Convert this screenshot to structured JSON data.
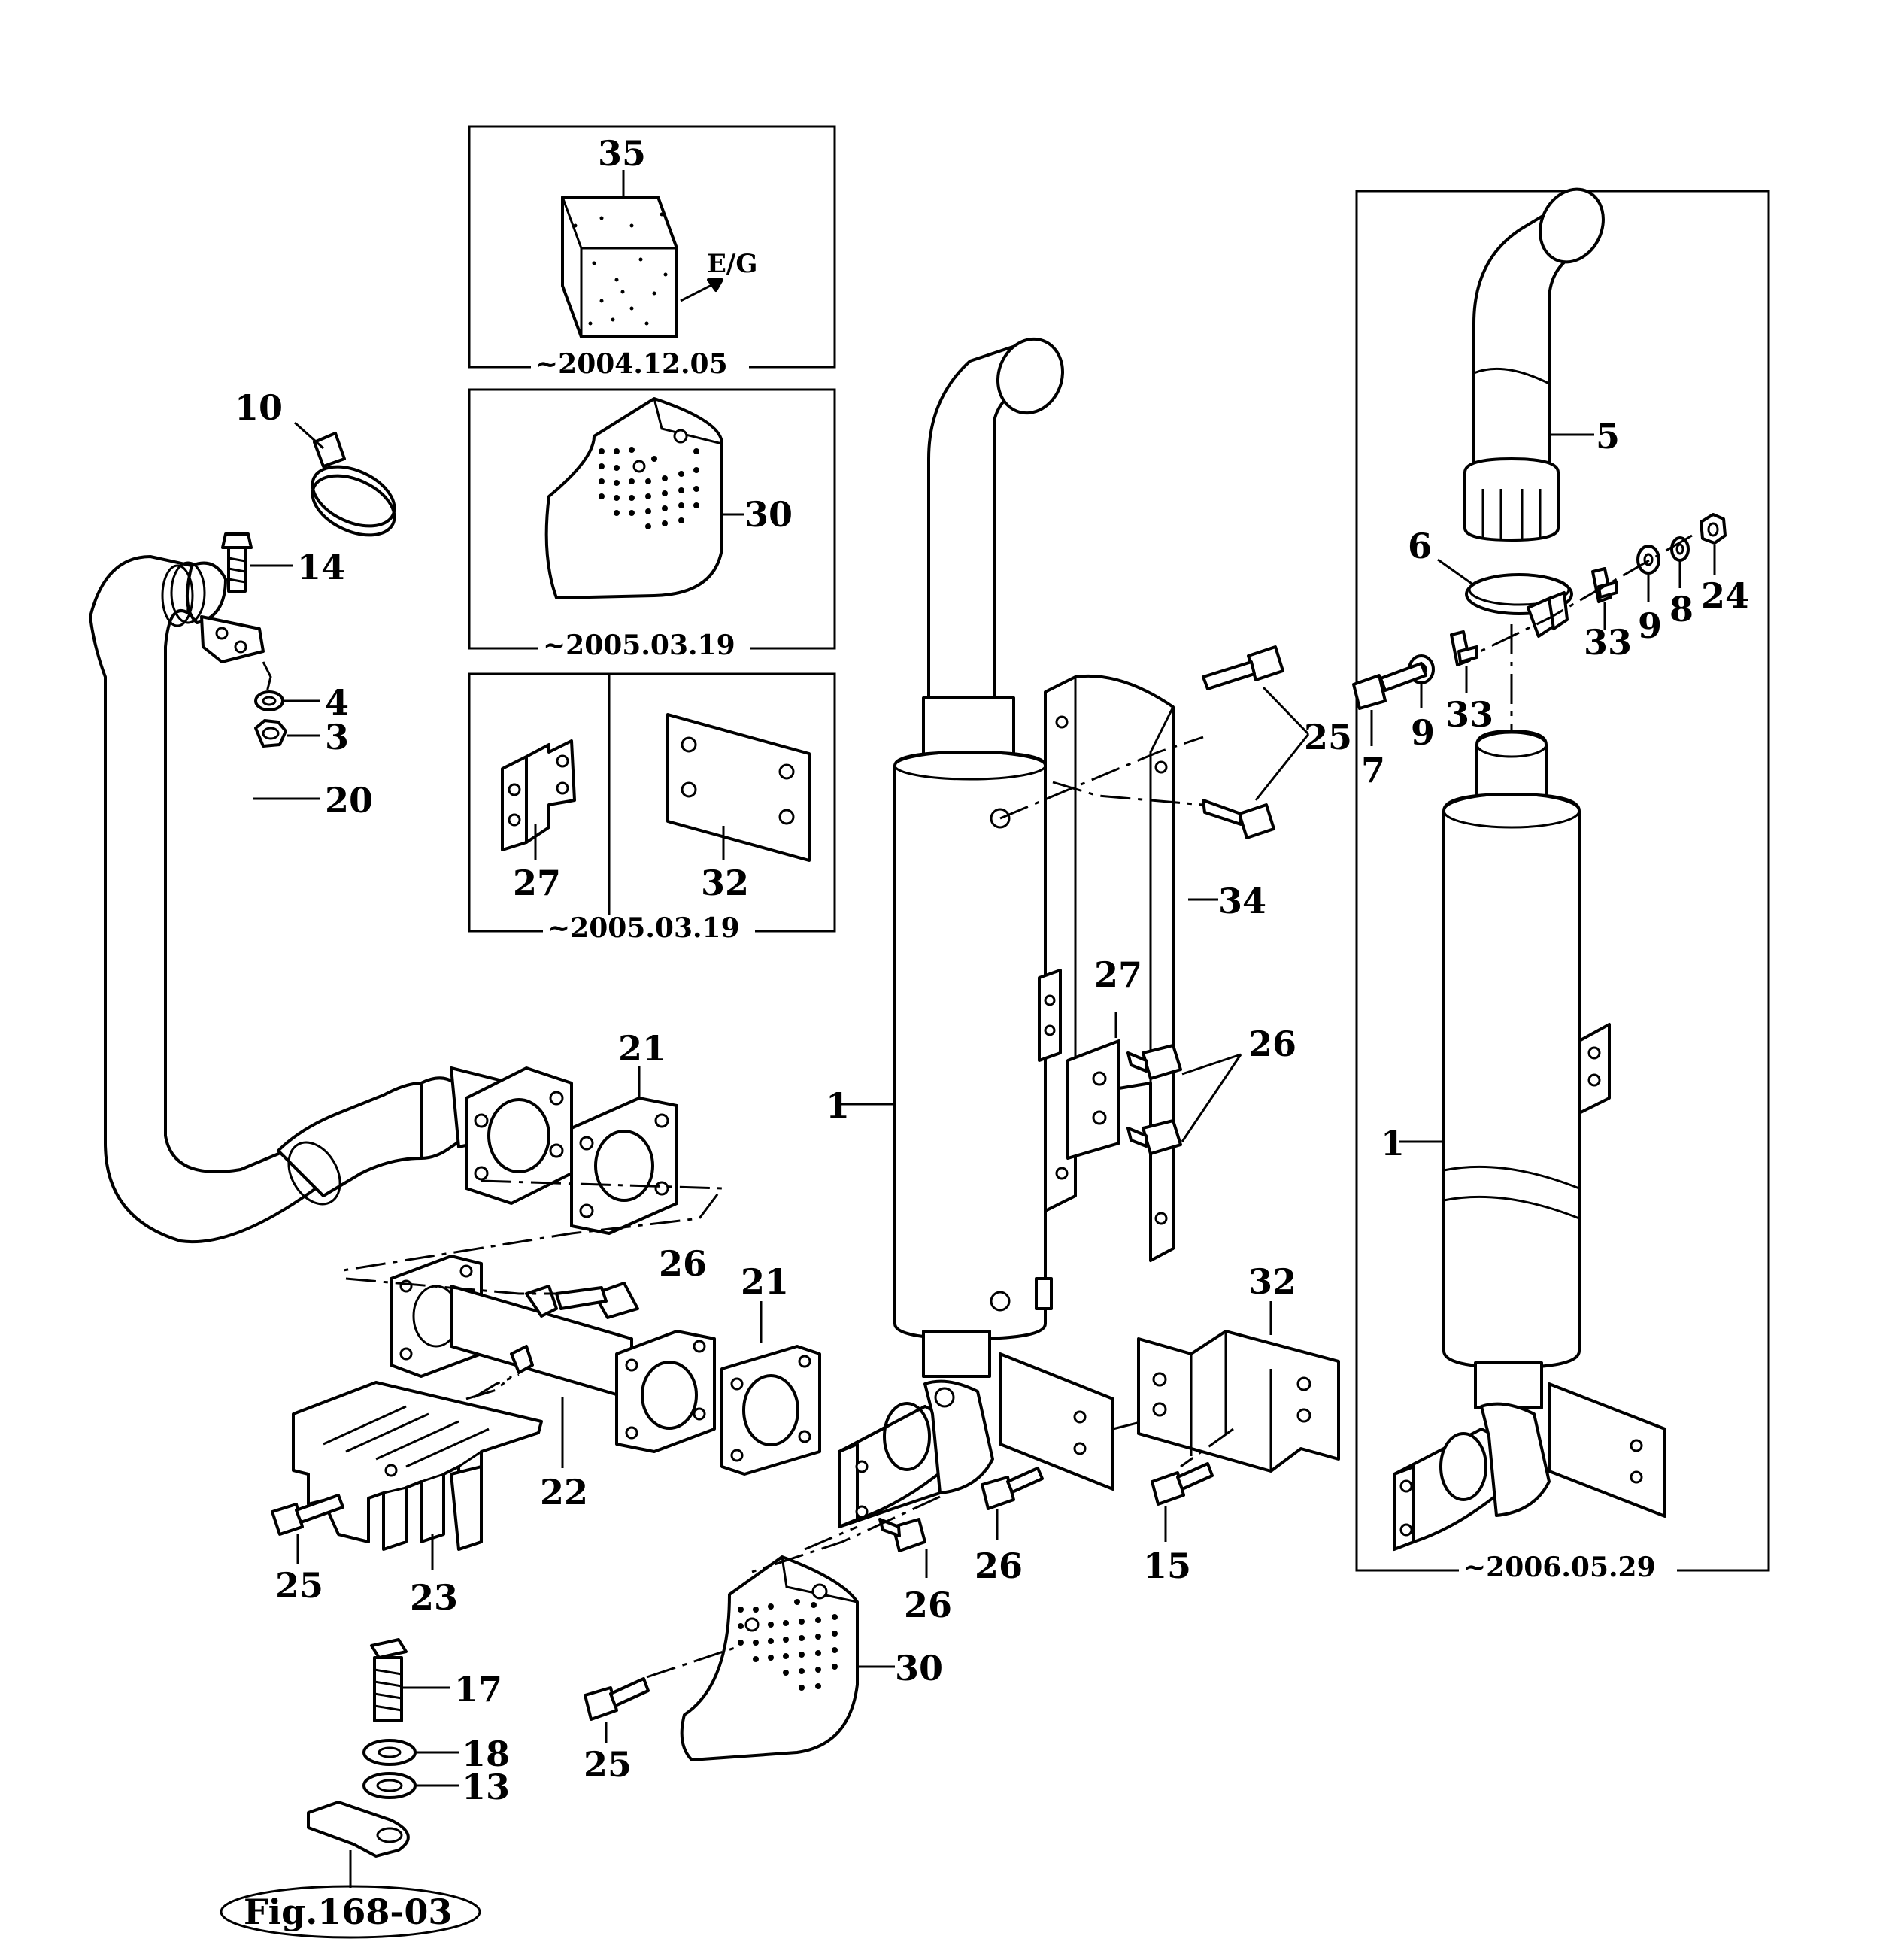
{
  "figure_ref": "Fig.168-03",
  "direction_label": "E/G",
  "variant_dates": {
    "pad_box": "~2004.12.05",
    "shield_box": "~2005.03.19",
    "bracket_box": "~2005.03.19",
    "muffler_box": "~2006.05.29"
  },
  "callouts": {
    "c1_main": "1",
    "c1_alt": "1",
    "c3": "3",
    "c4": "4",
    "c5": "5",
    "c6": "6",
    "c7": "7",
    "c8": "8",
    "c9_a": "9",
    "c9_b": "9",
    "c10": "10",
    "c13": "13",
    "c14": "14",
    "c15": "15",
    "c17": "17",
    "c18": "18",
    "c20": "20",
    "c21_a": "21",
    "c21_b": "21",
    "c22": "22",
    "c23": "23",
    "c24": "24",
    "c25_a": "25",
    "c25_b": "25",
    "c25_c": "25",
    "c26_a": "26",
    "c26_b": "26",
    "c26_c": "26",
    "c26_d": "26",
    "c27_a": "27",
    "c27_b": "27",
    "c30_a": "30",
    "c30_b": "30",
    "c32_a": "32",
    "c32_b": "32",
    "c33_a": "33",
    "c33_b": "33",
    "c34": "34",
    "c35": "35"
  }
}
